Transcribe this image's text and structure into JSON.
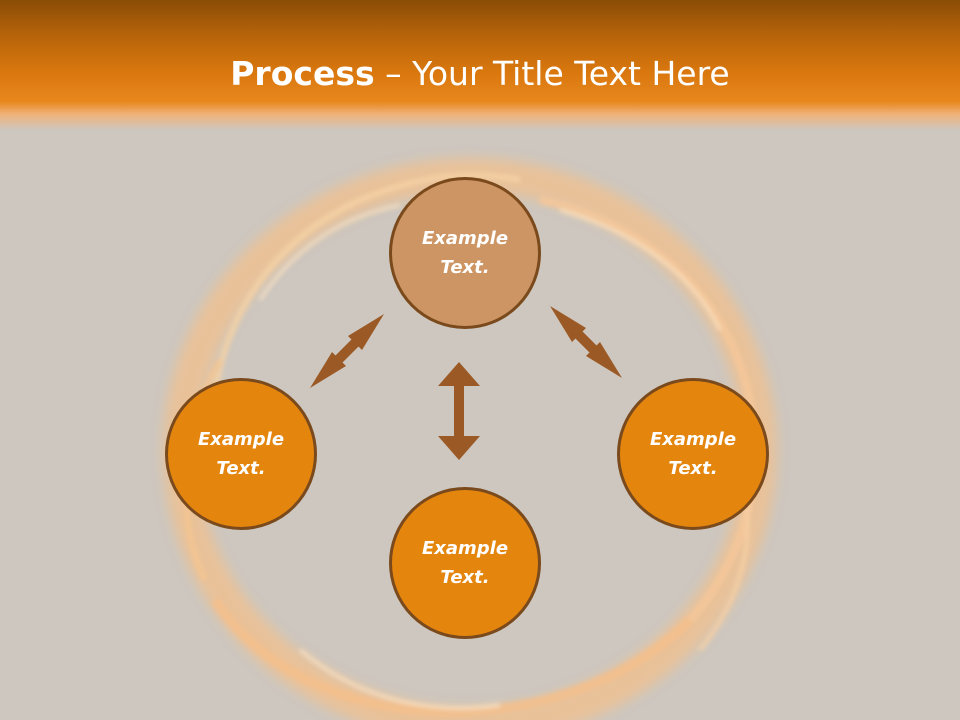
{
  "title": {
    "bold": "Process",
    "separator": " – ",
    "rest": "Your Title Text Here"
  },
  "nodes": [
    {
      "label": "Example\nText."
    },
    {
      "label": "Example\nText."
    },
    {
      "label": "Example\nText."
    },
    {
      "label": "Example\nText."
    }
  ],
  "colors": {
    "header_top": "#8a4c05",
    "header_bottom": "#e7871c",
    "background": "#cdc7bf",
    "node_top": "#cd9564",
    "node_other": "#e4850e",
    "node_border": "#7a4a1c",
    "arrow": "#9b5a25"
  }
}
